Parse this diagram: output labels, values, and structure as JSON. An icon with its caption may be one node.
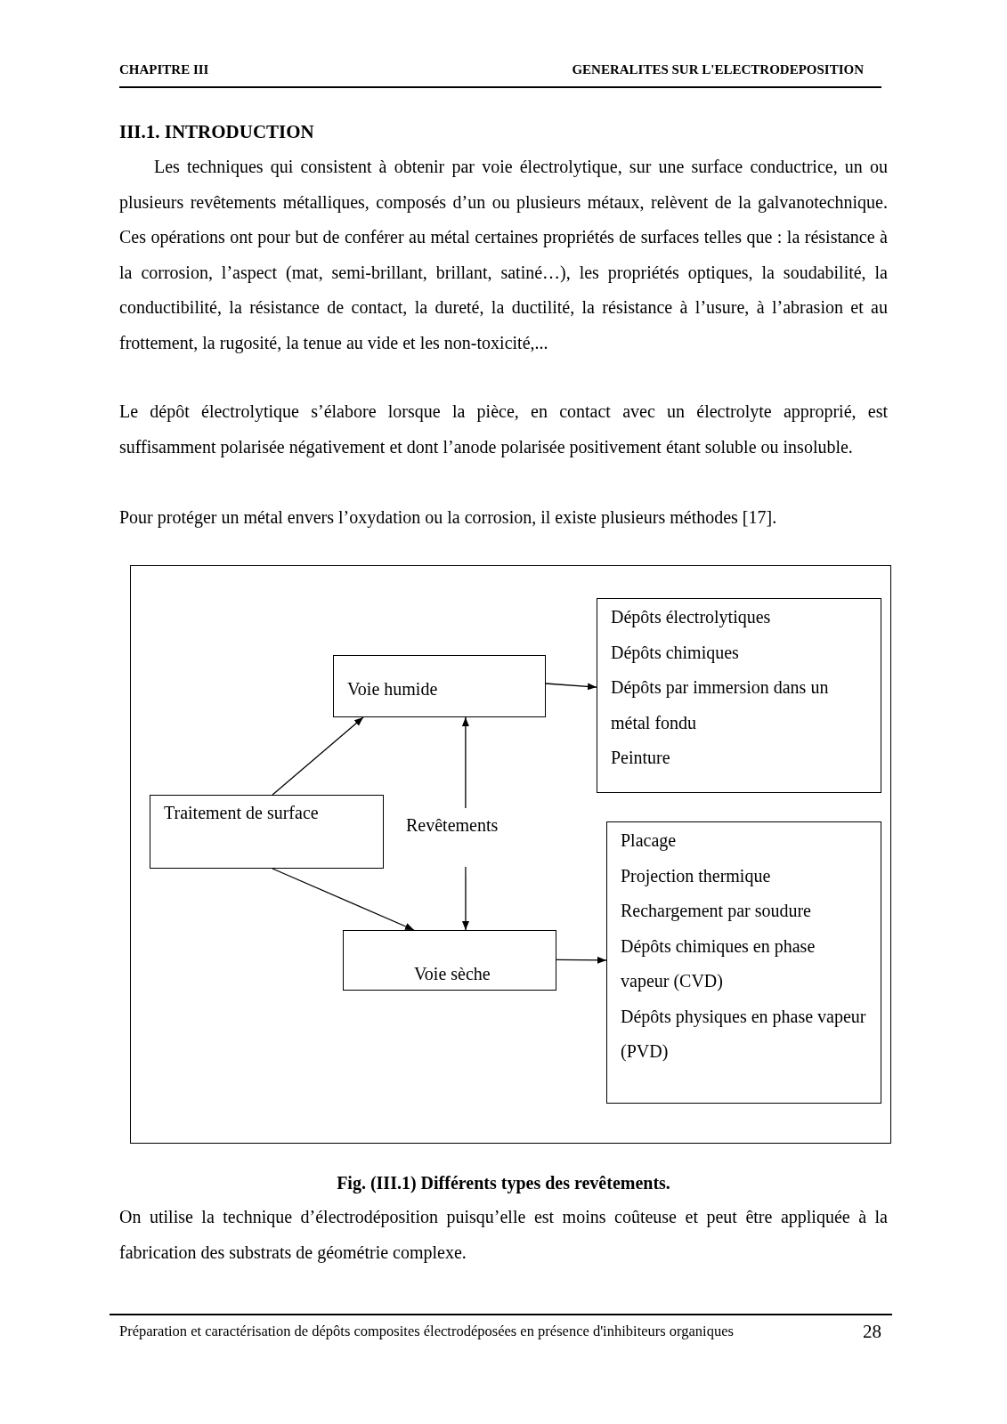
{
  "diagram": {
    "caption": "Fig. (III.1) Différents types des revêtements.",
    "nodes": [
      {
        "text": [
          "Dépôts électrolytiques",
          "Dépôts chimiques",
          "Dépôts par immersion dans un métal fondu",
          "Peinture"
        ]
      },
      {
        "text": [
          "Voie humide"
        ]
      },
      {
        "text": [
          "Traitement de surface"
        ]
      },
      {
        "text": [
          "Revêtements"
        ]
      },
      {
        "text": [
          "Placage",
          "Projection thermique",
          "Rechargement par soudure",
          "Dépôts chimiques en phase vapeur (CVD)",
          "Dépôts physiques en phase vapeur (PVD)"
        ]
      },
      {
        "text": [
          "Voie sèche"
        ]
      }
    ],
    "edges": [
      {
        "from": 2,
        "to": 1,
        "arrow": "to"
      },
      {
        "from": 2,
        "to": 5,
        "arrow": "to"
      },
      {
        "from": 3,
        "to": 1,
        "arrow": "to"
      },
      {
        "from": 3,
        "to": 5,
        "arrow": "to"
      },
      {
        "from": 1,
        "to": 0,
        "arrow": "to"
      },
      {
        "from": 5,
        "to": 4,
        "arrow": "to"
      }
    ],
    "labels": [
      "CHAPITRE III",
      "GENERALITES SUR L'ELECTRODEPOSITION",
      "III.1. INTRODUCTION",
      "Les techniques qui consistent à obtenir par voie électrolytique, sur une surface conductrice,  un ou plusieurs revêtements métalliques, composés d’un ou plusieurs métaux, relèvent de la galvanotechnique. Ces opérations ont pour but de conférer au métal certaines propriétés de surfaces telles que : la résistance à la corrosion, l’aspect (mat, semi-brillant, brillant, satiné…), les propriétés optiques, la soudabilité, la conductibilité, la résistance de contact, la dureté, la ductilité, la résistance à l’usure, à l’abrasion et au frottement, la rugosité, la tenue au vide et les non-toxicité,...",
      "Le dépôt électrolytique s’élabore lorsque la pièce, en contact avec un électrolyte approprié, est suffisamment polarisée négativement et dont l’anode polarisée positivement étant soluble ou insoluble.",
      "Pour protéger un métal envers l’oxydation ou la corrosion, il existe plusieurs méthodes [17].",
      "On utilise la technique d’électrodéposition puisqu’elle est moins coûteuse et peut être appliquée à la fabrication des substrats de géométrie complexe.",
      "Préparation et caractérisation de dépôts composites électrodéposées en présence d'inhibiteurs organiques",
      "28"
    ]
  }
}
